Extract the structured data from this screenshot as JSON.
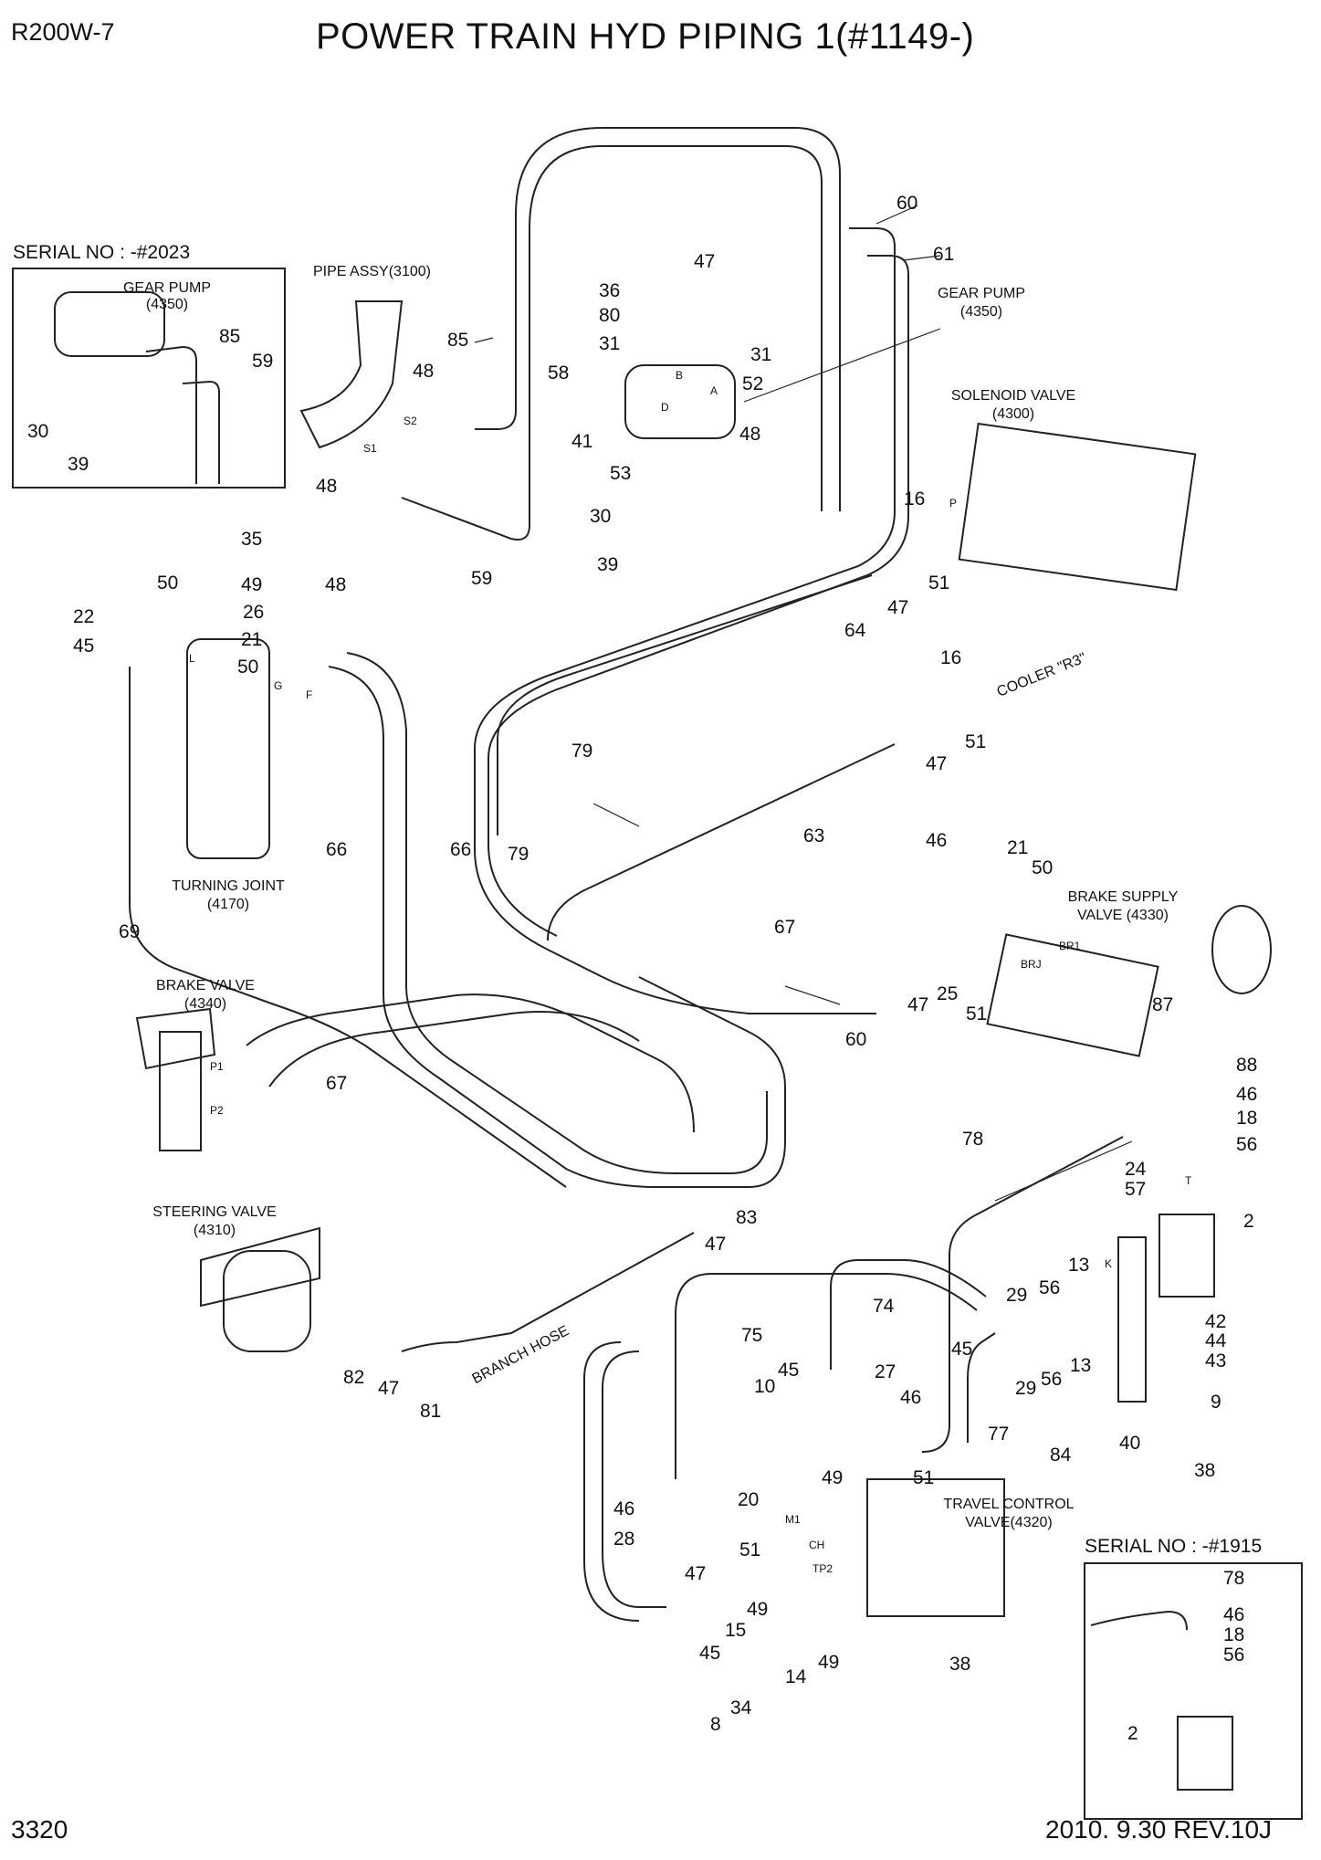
{
  "header": {
    "model": "R200W-7",
    "title": "POWER TRAIN HYD PIPING 1(#1149-)"
  },
  "footer": {
    "page_number": "3320",
    "revision": "2010. 9.30  REV.10J"
  },
  "insets": {
    "top_left": {
      "serial": "SERIAL NO : -#2023",
      "component": "GEAR PUMP",
      "code": "(4350)",
      "parts": [
        "85",
        "59",
        "30",
        "39"
      ]
    },
    "bottom_right": {
      "serial": "SERIAL NO : -#1915",
      "parts": [
        "78",
        "46",
        "18",
        "56",
        "2"
      ]
    }
  },
  "components": {
    "pipe_assy": "PIPE ASSY(3100)",
    "gear_pump": "GEAR PUMP",
    "gear_pump_code": "(4350)",
    "solenoid_valve": "SOLENOID VALVE",
    "solenoid_valve_code": "(4300)",
    "turning_joint": "TURNING JOINT",
    "turning_joint_code": "(4170)",
    "brake_valve": "BRAKE VALVE",
    "brake_valve_code": "(4340)",
    "brake_supply_valve": "BRAKE SUPPLY",
    "brake_supply_valve_2": "VALVE (4330)",
    "steering_valve": "STEERING VALVE",
    "steering_valve_code": "(4310)",
    "travel_control_valve": "TRAVEL CONTROL",
    "travel_control_valve_2": "VALVE(4320)",
    "branch_hose": "BRANCH HOSE",
    "cooler": "COOLER \"R3\""
  },
  "port_marks": [
    "S2",
    "S1",
    "B",
    "A",
    "D",
    "P",
    "L",
    "F",
    "G",
    "P1",
    "P2",
    "T",
    "K",
    "BRJ",
    "BR1",
    "M1",
    "CH",
    "TP2"
  ],
  "callouts": [
    "60",
    "61",
    "47",
    "36",
    "80",
    "31",
    "31",
    "52",
    "58",
    "85",
    "48",
    "41",
    "48",
    "53",
    "30",
    "39",
    "59",
    "48",
    "16",
    "51",
    "47",
    "64",
    "35",
    "49",
    "48",
    "50",
    "22",
    "45",
    "26",
    "21",
    "50",
    "16",
    "51",
    "47",
    "79",
    "66",
    "66",
    "79",
    "63",
    "46",
    "21",
    "50",
    "69",
    "67",
    "47",
    "25",
    "51",
    "87",
    "60",
    "67",
    "88",
    "46",
    "18",
    "78",
    "24",
    "56",
    "57",
    "2",
    "83",
    "47",
    "13",
    "29",
    "56",
    "74",
    "75",
    "42",
    "44",
    "43",
    "45",
    "29",
    "56",
    "13",
    "82",
    "47",
    "81",
    "10",
    "45",
    "27",
    "46",
    "9",
    "77",
    "84",
    "40",
    "38",
    "20",
    "49",
    "51",
    "46",
    "28",
    "51",
    "47",
    "49",
    "15",
    "45",
    "14",
    "49",
    "38",
    "8",
    "34"
  ]
}
